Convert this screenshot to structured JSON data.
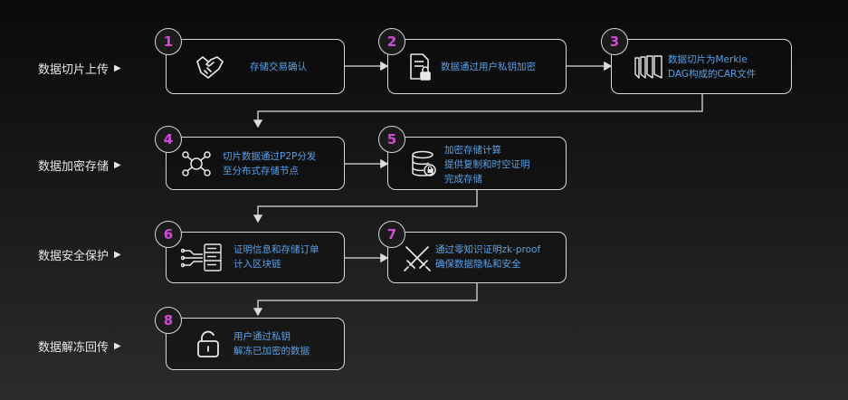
{
  "rows": [
    {
      "label": "数据切片上传",
      "arrow": "▶"
    },
    {
      "label": "数据加密存储",
      "arrow": "▶"
    },
    {
      "label": "数据安全保护",
      "arrow": "▶"
    },
    {
      "label": "数据解冻回传",
      "arrow": "▶"
    }
  ],
  "steps": [
    {
      "num": "1",
      "lines": [
        "存储交易确认"
      ],
      "icon": "handshake-icon"
    },
    {
      "num": "2",
      "lines": [
        "数据通过用户私钥加密"
      ],
      "icon": "locked-document-icon"
    },
    {
      "num": "3",
      "lines": [
        "数据切片为Merkle",
        "DAG构成的CAR文件"
      ],
      "icon": "stacked-files-icon"
    },
    {
      "num": "4",
      "lines": [
        "切片数据通过P2P分发",
        "至分布式存储节点"
      ],
      "icon": "network-nodes-icon"
    },
    {
      "num": "5",
      "lines": [
        "加密存储计算",
        "提供复制和时空证明",
        "完成存储"
      ],
      "icon": "secure-database-icon"
    },
    {
      "num": "6",
      "lines": [
        "证明信息和存储订单",
        "计入区块链"
      ],
      "icon": "server-circuit-icon"
    },
    {
      "num": "7",
      "lines": [
        "通过零知识证明zk-proof",
        "确保数据隐私和安全"
      ],
      "icon": "crossed-swords-icon"
    },
    {
      "num": "8",
      "lines": [
        "用户通过私钥",
        "解冻已加密的数据"
      ],
      "icon": "unlock-icon"
    }
  ],
  "colors": {
    "accent_number": "#d34ad8",
    "step_text": "#5aa0e8",
    "border": "#d8d8d8"
  }
}
